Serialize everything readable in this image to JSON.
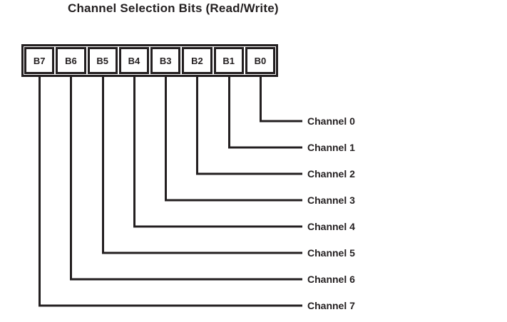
{
  "title": "Channel Selection Bits (Read/Write)",
  "register": {
    "bits": [
      "B7",
      "B6",
      "B5",
      "B4",
      "B3",
      "B2",
      "B1",
      "B0"
    ]
  },
  "channels": [
    {
      "label": "Channel 0",
      "bit": "B0"
    },
    {
      "label": "Channel 1",
      "bit": "B1"
    },
    {
      "label": "Channel 2",
      "bit": "B2"
    },
    {
      "label": "Channel 3",
      "bit": "B3"
    },
    {
      "label": "Channel 4",
      "bit": "B4"
    },
    {
      "label": "Channel 5",
      "bit": "B5"
    },
    {
      "label": "Channel 6",
      "bit": "B6"
    },
    {
      "label": "Channel 7",
      "bit": "B7"
    }
  ],
  "colors": {
    "line": "#231f20",
    "background": "#ffffff"
  }
}
